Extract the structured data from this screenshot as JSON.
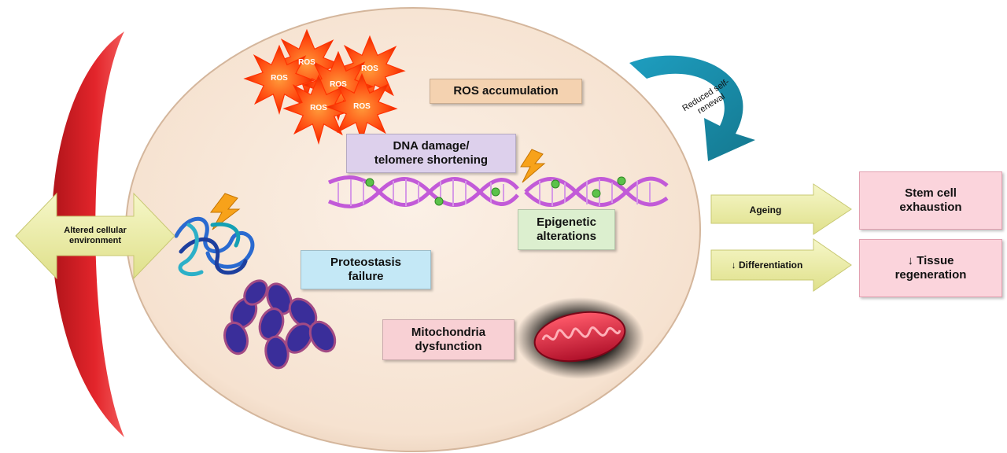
{
  "labels": {
    "ros_accumulation": "ROS accumulation",
    "ros_star": "ROS",
    "dna_damage_line1": "DNA damage/",
    "dna_damage_line2": "telomere shortening",
    "epigenetic_line1": "Epigenetic",
    "epigenetic_line2": "alterations",
    "proteostasis_line1": "Proteostasis",
    "proteostasis_line2": "failure",
    "mito_line1": "Mitochondria",
    "mito_line2": "dysfunction",
    "reduced_line1": "Reduced self-",
    "reduced_line2": "renewal",
    "altered_line1": "Altered cellular",
    "altered_line2": "environment",
    "ageing": "Ageing",
    "differentiation": "↓ Differentiation",
    "stem_line1": "Stem cell",
    "stem_line2": "exhaustion",
    "tissue_line1": "↓ Tissue",
    "tissue_line2": "regeneration"
  },
  "colors": {
    "cell_fill": "#f8e6d6",
    "niche_red": "#e0242a",
    "ros_orange": "#f4d2b0",
    "dna_purple": "#ddd0ec",
    "epigenetic_green": "#dcefcf",
    "proteostasis_blue": "#c4e8f6",
    "mito_pink": "#f8d0d4",
    "outcome_pink": "#fbd4dc",
    "arrow_yellow": "#eef0a8",
    "curved_arrow_teal": "#1a96b4"
  }
}
